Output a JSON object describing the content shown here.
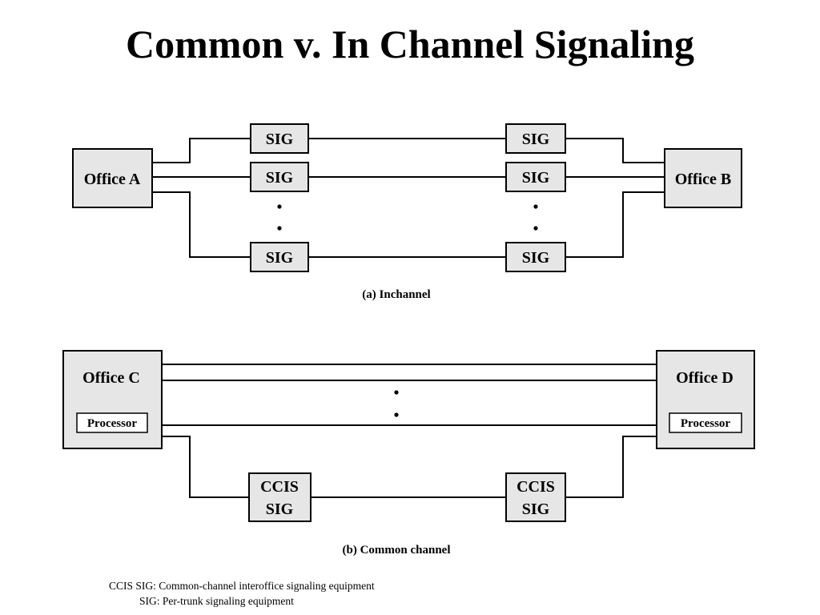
{
  "title": "Common v. In Channel Signaling",
  "inchannel": {
    "office_left": "Office A",
    "office_right": "Office B",
    "sig_label": "SIG",
    "caption": "(a) Inchannel"
  },
  "common_channel": {
    "office_left": "Office C",
    "office_right": "Office D",
    "processor_label": "Processor",
    "ccis_line1": "CCIS",
    "ccis_line2": "SIG",
    "caption": "(b) Common channel"
  },
  "legend": {
    "ccis_term": "CCIS SIG",
    "ccis_def": "Common-channel interoffice signaling equipment",
    "sig_term": "SIG",
    "sig_def": "Per-trunk signaling equipment"
  }
}
